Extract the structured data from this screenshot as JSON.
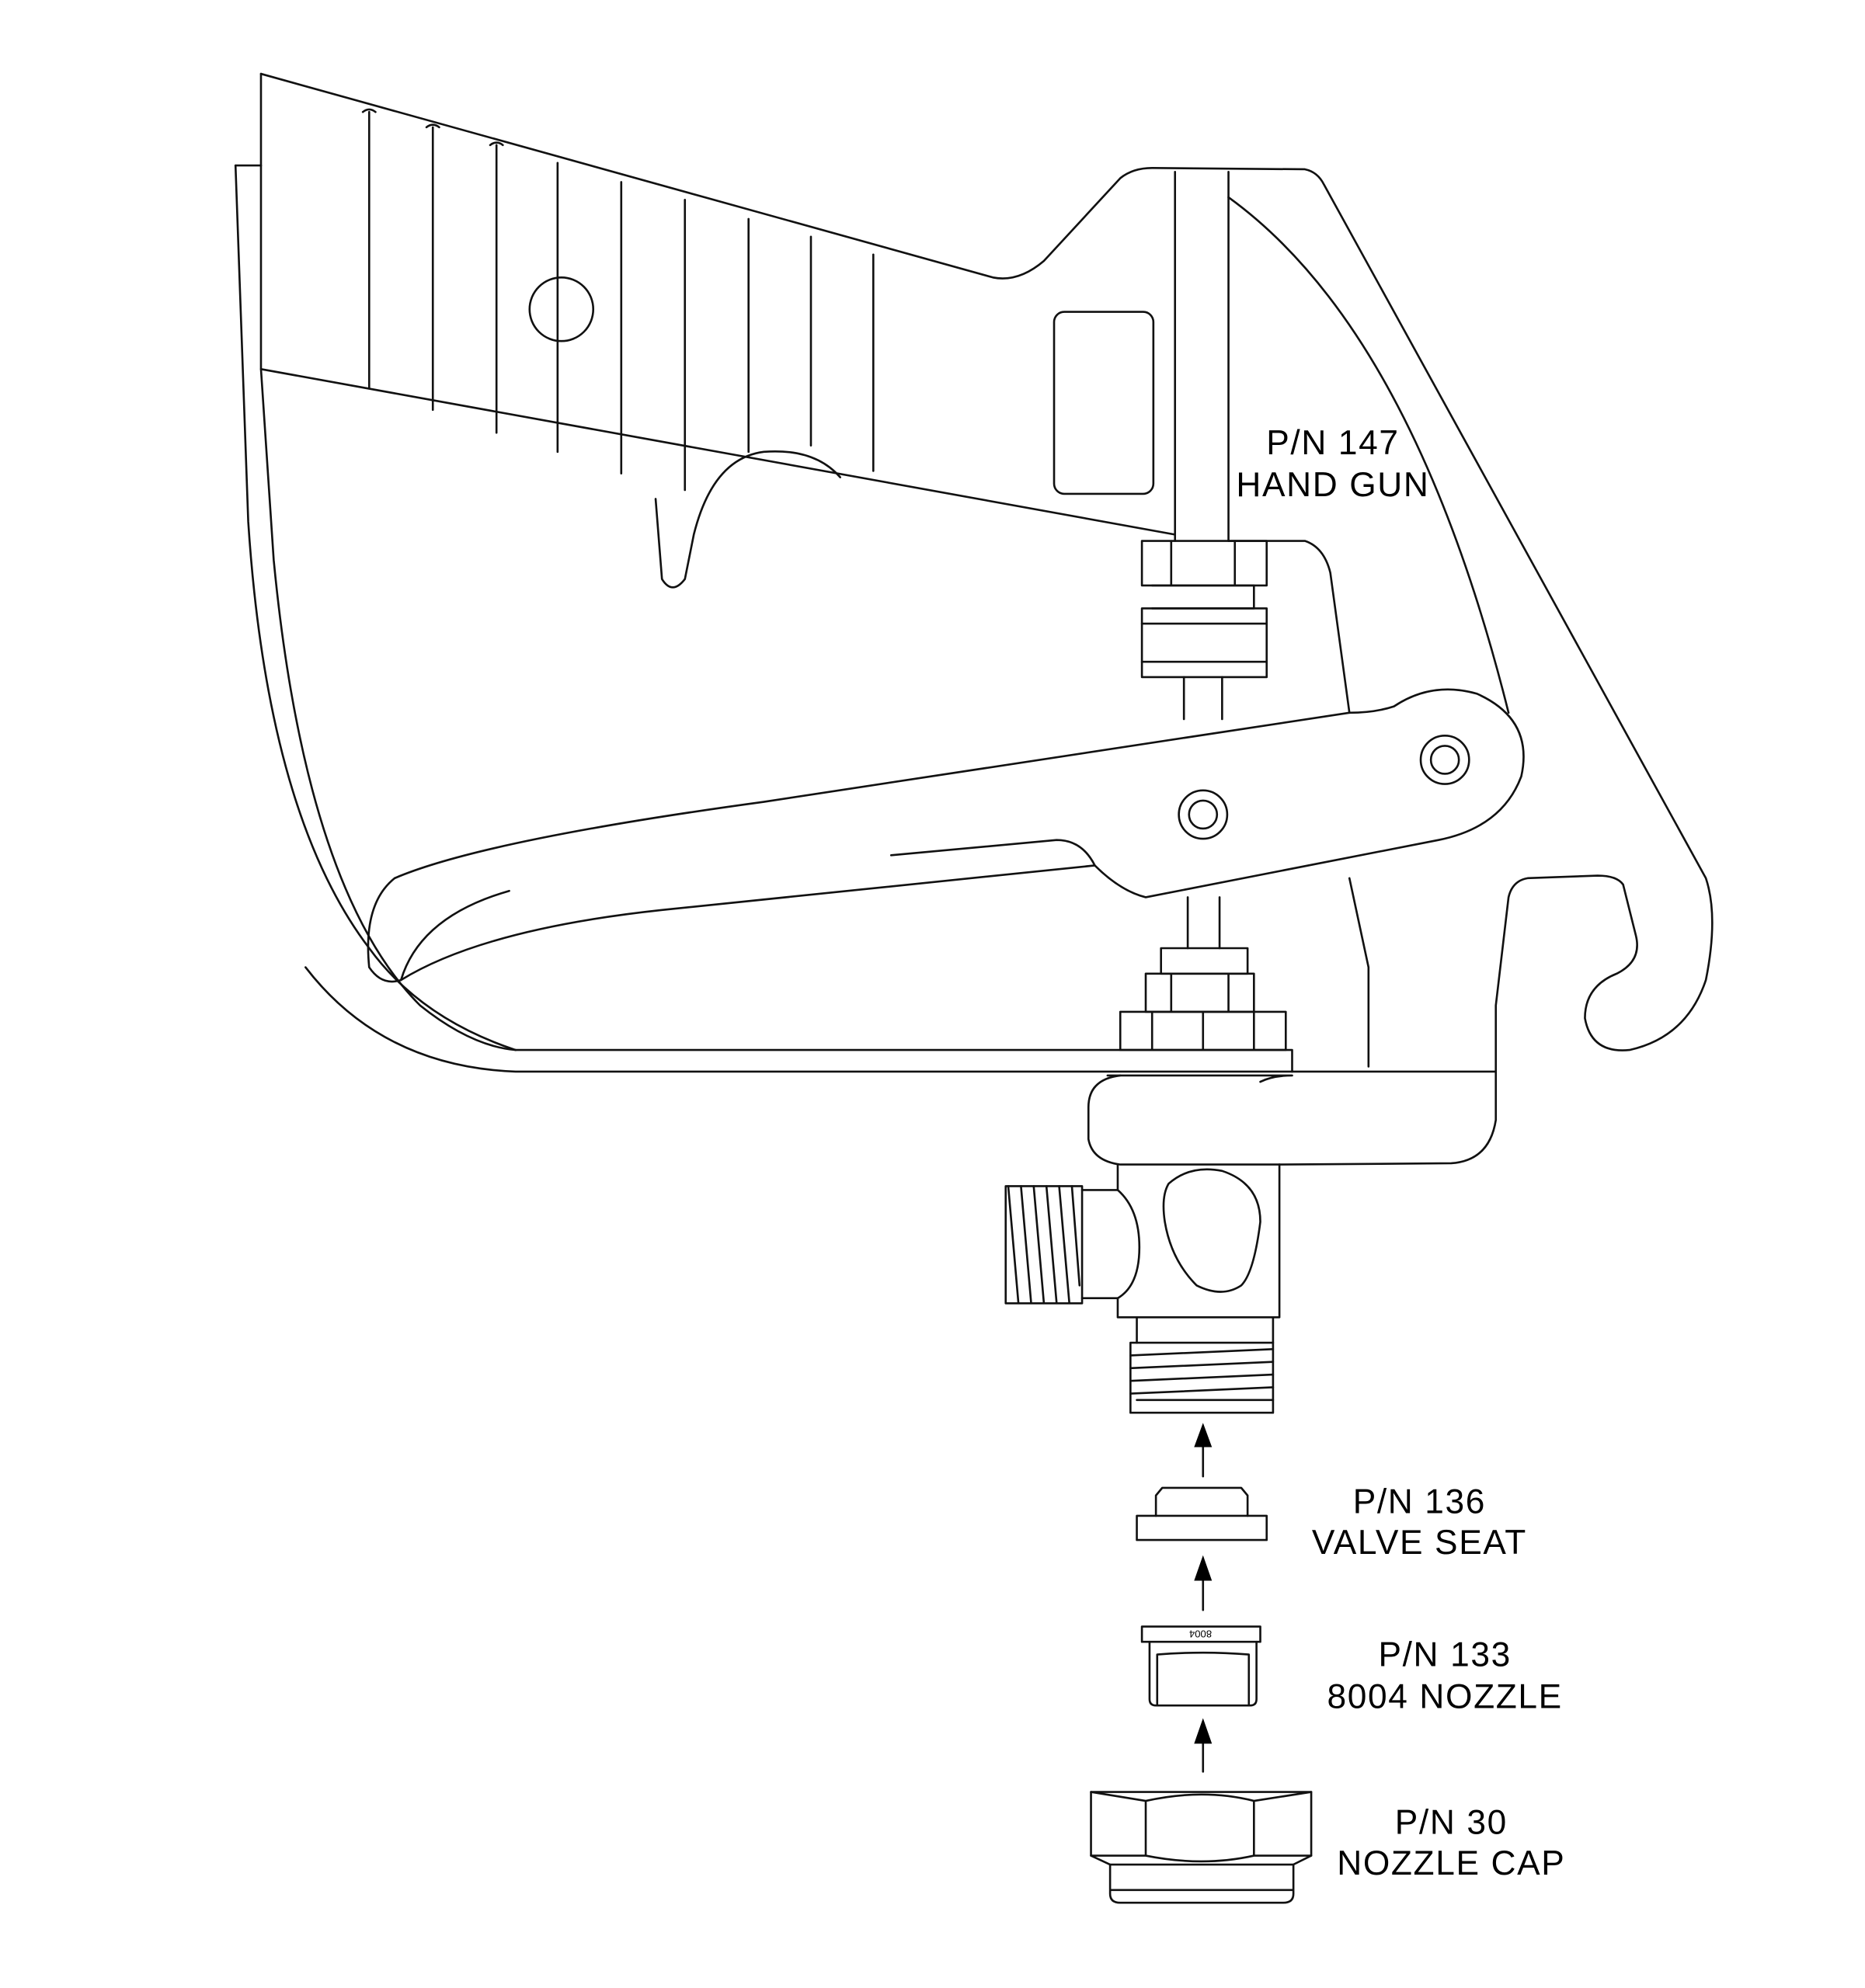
{
  "parts": [
    {
      "pn": "P/N 147",
      "name": "HAND GUN"
    },
    {
      "pn": "P/N 136",
      "name": "VALVE SEAT"
    },
    {
      "pn": "P/N 133",
      "name": "8004 NOZZLE"
    },
    {
      "pn": "P/N 30",
      "name": "NOZZLE CAP"
    }
  ],
  "nozzle_marking": "8004",
  "line_color": "#111111"
}
